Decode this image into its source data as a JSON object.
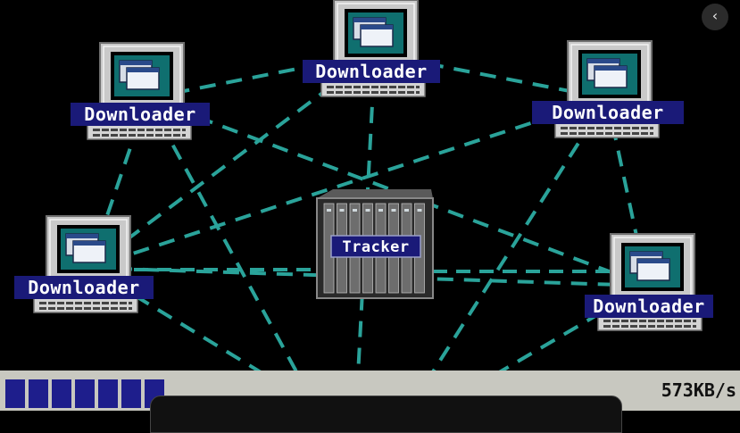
{
  "nodes": [
    {
      "id": "n1",
      "label": "Downloader"
    },
    {
      "id": "n2",
      "label": "Downloader"
    },
    {
      "id": "n3",
      "label": "Downloader"
    },
    {
      "id": "n4",
      "label": "Downloader"
    },
    {
      "id": "n5",
      "label": "Downloader"
    }
  ],
  "tracker": {
    "label": "Tracker"
  },
  "edges": [
    [
      "n1",
      "n2"
    ],
    [
      "n2",
      "n3"
    ],
    [
      "n1",
      "n4"
    ],
    [
      "n3",
      "n5"
    ],
    [
      "n1",
      "n5"
    ],
    [
      "n2",
      "n4"
    ],
    [
      "n3",
      "n4"
    ],
    [
      "n4",
      "n5"
    ],
    [
      "n1",
      "bottom"
    ],
    [
      "n4",
      "bottom"
    ],
    [
      "n2",
      "bottom"
    ],
    [
      "n3",
      "bottom"
    ],
    [
      "n5",
      "bottom"
    ]
  ],
  "status": {
    "speed": "573KB/s",
    "progress_blocks": 7
  },
  "colors": {
    "link": "#2aa39a",
    "label_bg": "#1a1a78",
    "progress": "#1e1e8c",
    "status_bar": "#c8c8c0"
  },
  "icons": {
    "back": "chevron-left-icon"
  }
}
